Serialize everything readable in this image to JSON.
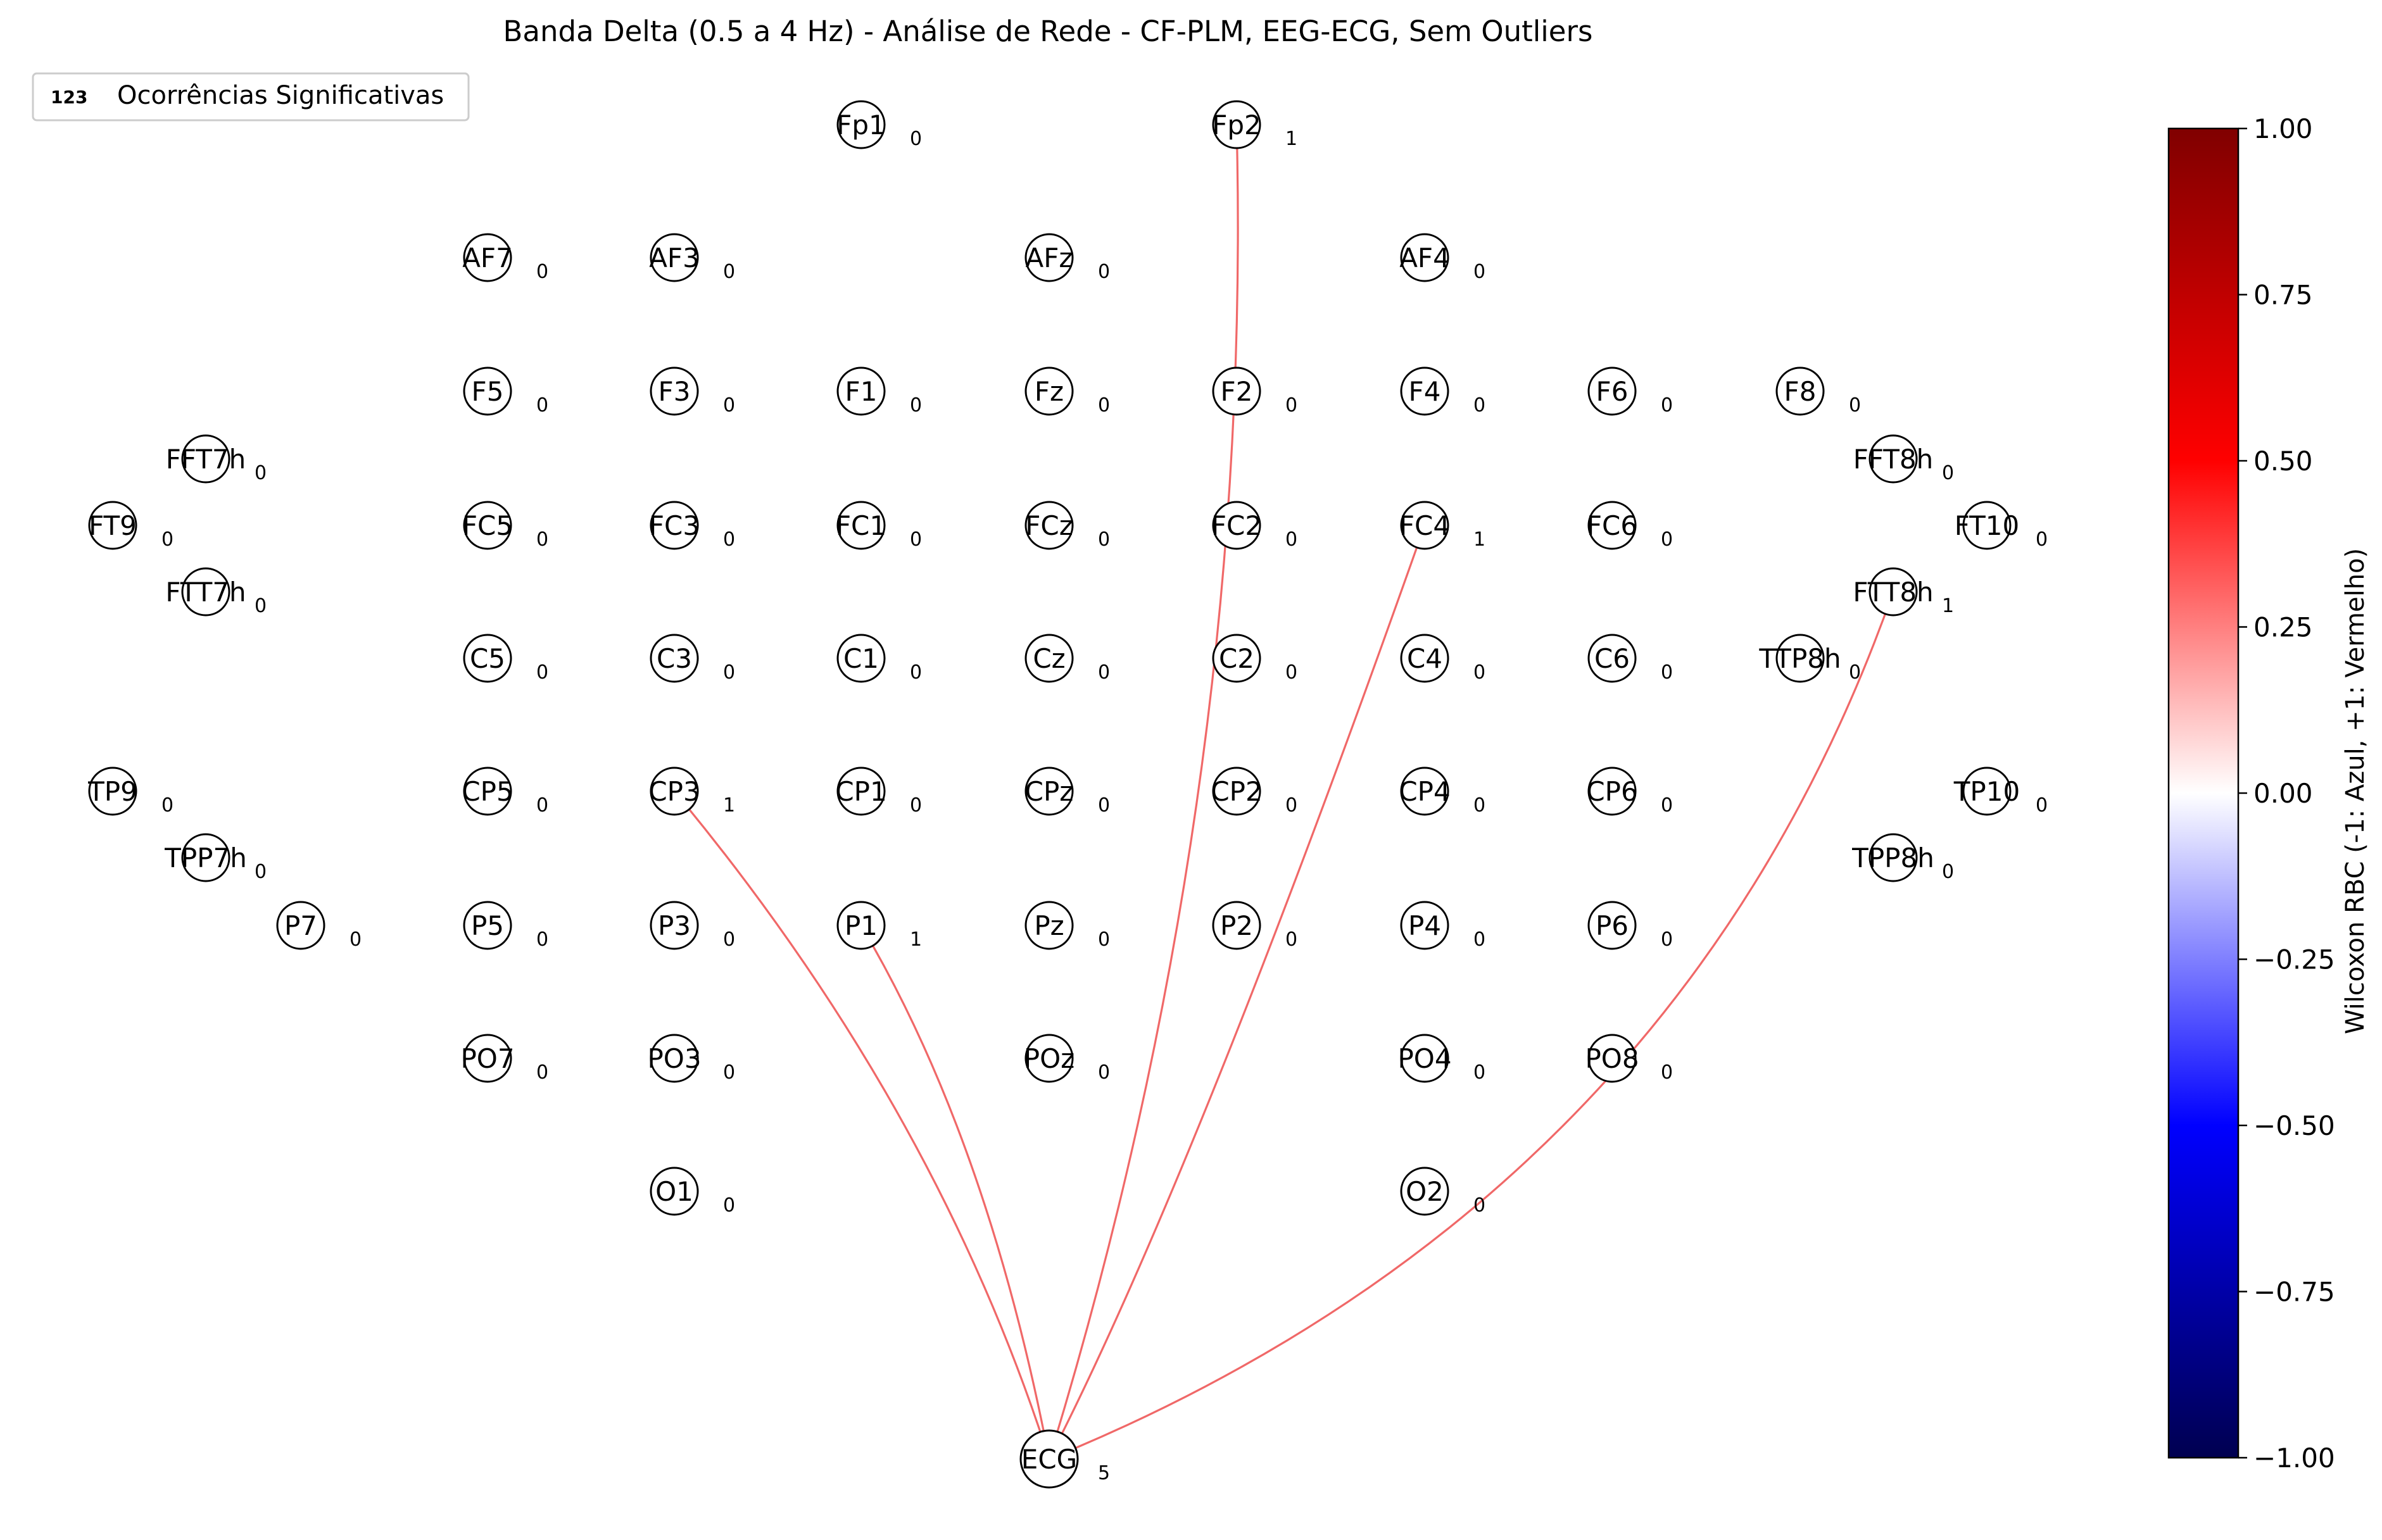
{
  "title": "Banda Delta (0.5 a 4 Hz) - Análise de Rede - CF-PLM, EEG-ECG, Sem Outliers",
  "legend": {
    "marker": "123",
    "label": "Ocorrências Significativas"
  },
  "colorbar": {
    "label": "Wilcoxon RBC (-1: Azul, +1: Vermelho)",
    "range": [
      -1.0,
      1.0
    ],
    "ticks": [
      "1.00",
      "0.75",
      "0.50",
      "0.25",
      "0.00",
      "−0.25",
      "−0.50",
      "−0.75",
      "−1.00"
    ],
    "colormap": [
      "#000050",
      "#0000ff",
      "#ffffff",
      "#ff0000",
      "#800000"
    ]
  },
  "edge_color": "#f06868",
  "nodes": [
    {
      "id": "Fp1",
      "label": "Fp1",
      "count": "0"
    },
    {
      "id": "Fp2",
      "label": "Fp2",
      "count": "1"
    },
    {
      "id": "AF7",
      "label": "AF7",
      "count": "0"
    },
    {
      "id": "AF3",
      "label": "AF3",
      "count": "0"
    },
    {
      "id": "AFz",
      "label": "AFz",
      "count": "0"
    },
    {
      "id": "AF4",
      "label": "AF4",
      "count": "0"
    },
    {
      "id": "F5",
      "label": "F5",
      "count": "0"
    },
    {
      "id": "F3",
      "label": "F3",
      "count": "0"
    },
    {
      "id": "F1",
      "label": "F1",
      "count": "0"
    },
    {
      "id": "Fz",
      "label": "Fz",
      "count": "0"
    },
    {
      "id": "F2",
      "label": "F2",
      "count": "0"
    },
    {
      "id": "F4",
      "label": "F4",
      "count": "0"
    },
    {
      "id": "F6",
      "label": "F6",
      "count": "0"
    },
    {
      "id": "F8",
      "label": "F8",
      "count": "0"
    },
    {
      "id": "FFT7h",
      "label": "FFT7h",
      "count": "0"
    },
    {
      "id": "FFT8h",
      "label": "FFT8h",
      "count": "0"
    },
    {
      "id": "FT9",
      "label": "FT9",
      "count": "0"
    },
    {
      "id": "FC5",
      "label": "FC5",
      "count": "0"
    },
    {
      "id": "FC3",
      "label": "FC3",
      "count": "0"
    },
    {
      "id": "FC1",
      "label": "FC1",
      "count": "0"
    },
    {
      "id": "FCz",
      "label": "FCz",
      "count": "0"
    },
    {
      "id": "FC2",
      "label": "FC2",
      "count": "0"
    },
    {
      "id": "FC4",
      "label": "FC4",
      "count": "1"
    },
    {
      "id": "FC6",
      "label": "FC6",
      "count": "0"
    },
    {
      "id": "FT10",
      "label": "FT10",
      "count": "0"
    },
    {
      "id": "FTT7h",
      "label": "FTT7h",
      "count": "0"
    },
    {
      "id": "FTT8h",
      "label": "FTT8h",
      "count": "1"
    },
    {
      "id": "C5",
      "label": "C5",
      "count": "0"
    },
    {
      "id": "C3",
      "label": "C3",
      "count": "0"
    },
    {
      "id": "C1",
      "label": "C1",
      "count": "0"
    },
    {
      "id": "Cz",
      "label": "Cz",
      "count": "0"
    },
    {
      "id": "C2",
      "label": "C2",
      "count": "0"
    },
    {
      "id": "C4",
      "label": "C4",
      "count": "0"
    },
    {
      "id": "C6",
      "label": "C6",
      "count": "0"
    },
    {
      "id": "TTP8h",
      "label": "TTP8h",
      "count": "0"
    },
    {
      "id": "TP9",
      "label": "TP9",
      "count": "0"
    },
    {
      "id": "CP5",
      "label": "CP5",
      "count": "0"
    },
    {
      "id": "CP3",
      "label": "CP3",
      "count": "1"
    },
    {
      "id": "CP1",
      "label": "CP1",
      "count": "0"
    },
    {
      "id": "CPz",
      "label": "CPz",
      "count": "0"
    },
    {
      "id": "CP2",
      "label": "CP2",
      "count": "0"
    },
    {
      "id": "CP4",
      "label": "CP4",
      "count": "0"
    },
    {
      "id": "CP6",
      "label": "CP6",
      "count": "0"
    },
    {
      "id": "TP10",
      "label": "TP10",
      "count": "0"
    },
    {
      "id": "TPP7h",
      "label": "TPP7h",
      "count": "0"
    },
    {
      "id": "TPP8h",
      "label": "TPP8h",
      "count": "0"
    },
    {
      "id": "P7",
      "label": "P7",
      "count": "0"
    },
    {
      "id": "P5",
      "label": "P5",
      "count": "0"
    },
    {
      "id": "P3",
      "label": "P3",
      "count": "0"
    },
    {
      "id": "P1",
      "label": "P1",
      "count": "1"
    },
    {
      "id": "Pz",
      "label": "Pz",
      "count": "0"
    },
    {
      "id": "P2",
      "label": "P2",
      "count": "0"
    },
    {
      "id": "P4",
      "label": "P4",
      "count": "0"
    },
    {
      "id": "P6",
      "label": "P6",
      "count": "0"
    },
    {
      "id": "PO7",
      "label": "PO7",
      "count": "0"
    },
    {
      "id": "PO3",
      "label": "PO3",
      "count": "0"
    },
    {
      "id": "POz",
      "label": "POz",
      "count": "0"
    },
    {
      "id": "PO4",
      "label": "PO4",
      "count": "0"
    },
    {
      "id": "PO8",
      "label": "PO8",
      "count": "0"
    },
    {
      "id": "O1",
      "label": "O1",
      "count": "0"
    },
    {
      "id": "O2",
      "label": "O2",
      "count": "0"
    },
    {
      "id": "ECG",
      "label": "ECG",
      "count": "5"
    }
  ],
  "edges": [
    {
      "from": "ECG",
      "to": "Fp2"
    },
    {
      "from": "ECG",
      "to": "FC4"
    },
    {
      "from": "ECG",
      "to": "FTT8h"
    },
    {
      "from": "ECG",
      "to": "CP3"
    },
    {
      "from": "ECG",
      "to": "P1"
    }
  ]
}
